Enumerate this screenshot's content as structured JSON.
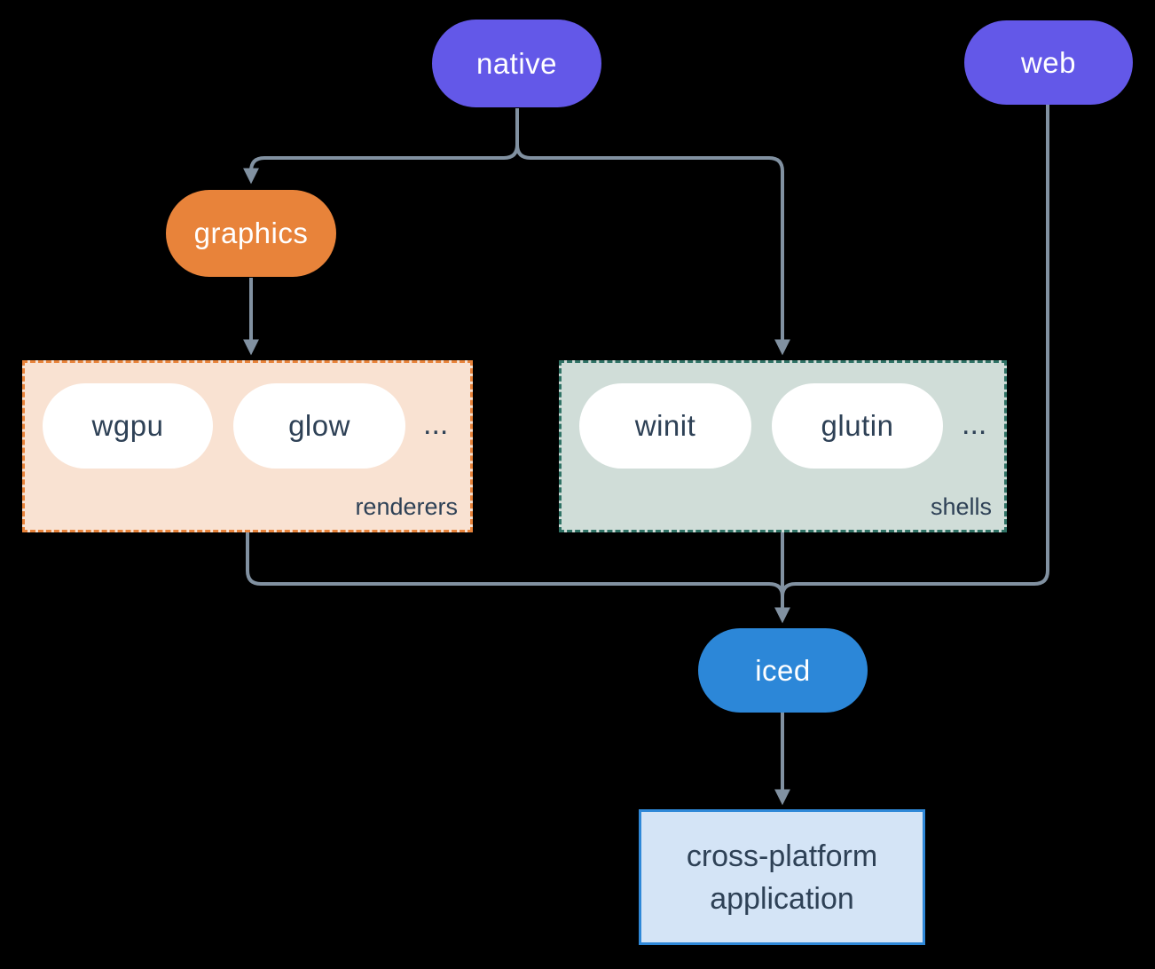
{
  "diagram": {
    "nodes": {
      "native": {
        "label": "native",
        "color": "#6358E8"
      },
      "web": {
        "label": "web",
        "color": "#6358E8"
      },
      "graphics": {
        "label": "graphics",
        "color": "#E8833A"
      },
      "iced": {
        "label": "iced",
        "color": "#2C87D8"
      }
    },
    "groups": {
      "renderers": {
        "label": "renderers",
        "items": [
          "wgpu",
          "glow"
        ],
        "ellipsis": "...",
        "fill": "#F9E2D2",
        "border": "#E8833A"
      },
      "shells": {
        "label": "shells",
        "items": [
          "winit",
          "glutin"
        ],
        "ellipsis": "...",
        "fill": "#D0DDD8",
        "border": "#2F7265"
      }
    },
    "app": {
      "line1": "cross-platform",
      "line2": "application",
      "fill": "#D4E4F6",
      "border": "#2F88D8"
    },
    "edges": [
      {
        "from": "native",
        "to": "graphics"
      },
      {
        "from": "native",
        "to": "shells"
      },
      {
        "from": "graphics",
        "to": "renderers"
      },
      {
        "from": "renderers",
        "to": "iced"
      },
      {
        "from": "shells",
        "to": "iced"
      },
      {
        "from": "web",
        "to": "iced"
      },
      {
        "from": "iced",
        "to": "application"
      }
    ],
    "colors": {
      "background": "#000000",
      "edge": "#8191A1",
      "text_dark": "#2E4156",
      "text_light": "#FFFFFF"
    }
  }
}
